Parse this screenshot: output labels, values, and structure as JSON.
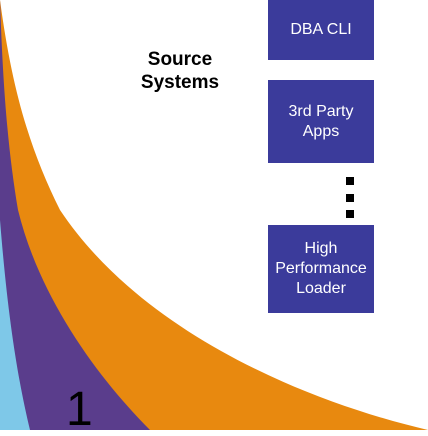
{
  "colors": {
    "background": "#ffffff",
    "swoosh_light_blue": "#7ec8e8",
    "swoosh_purple": "#5a3d8c",
    "swoosh_orange": "#e8890f",
    "box_fill": "#3b3b9b",
    "box_text": "#ffffff"
  },
  "heading": {
    "line1": "Source",
    "line2": "Systems"
  },
  "sources": [
    {
      "lines": [
        "DBA CLI"
      ]
    },
    {
      "lines": [
        "3rd Party",
        "Apps"
      ]
    },
    {
      "lines": [
        "High",
        "Performance",
        "Loader"
      ]
    }
  ],
  "ellipsis_icon": "vertical-ellipsis",
  "page_number": "1"
}
